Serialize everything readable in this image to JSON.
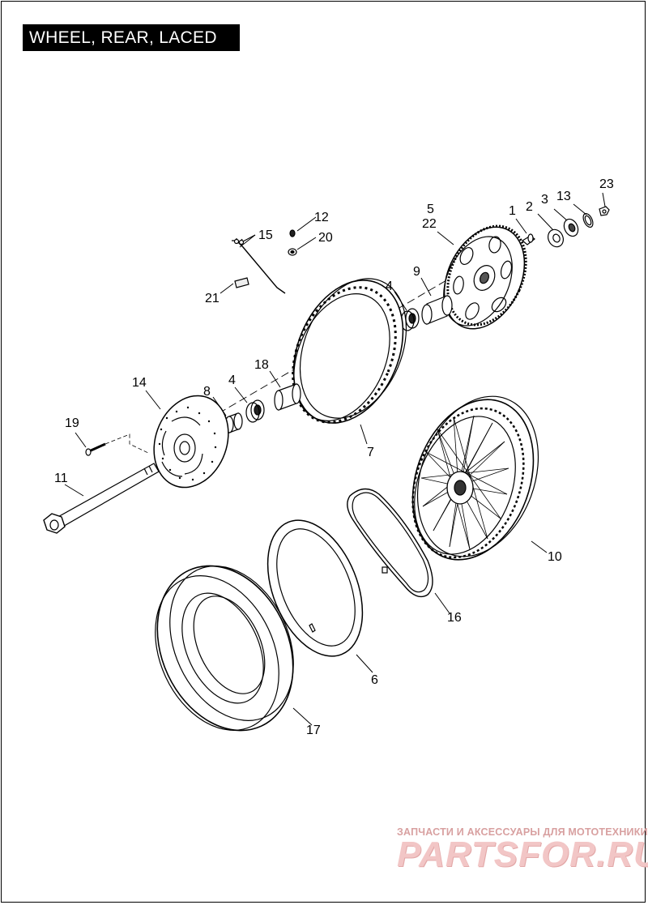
{
  "title": "WHEEL, REAR, LACED",
  "callouts": {
    "c1": "1",
    "c2": "2",
    "c3": "3",
    "c4a": "4",
    "c4b": "4",
    "c5": "5",
    "c6": "6",
    "c7": "7",
    "c8": "8",
    "c9": "9",
    "c10": "10",
    "c11": "11",
    "c12": "12",
    "c13": "13",
    "c14": "14",
    "c15": "15",
    "c16": "16",
    "c17": "17",
    "c18": "18",
    "c19": "19",
    "c20": "20",
    "c21": "21",
    "c22": "22",
    "c23": "23"
  },
  "watermark": {
    "caption": "ЗАПЧАСТИ И АКСЕССУАРЫ ДЛЯ МОТОТЕХНИКИ",
    "logo": "PARTSFOR.RU"
  }
}
